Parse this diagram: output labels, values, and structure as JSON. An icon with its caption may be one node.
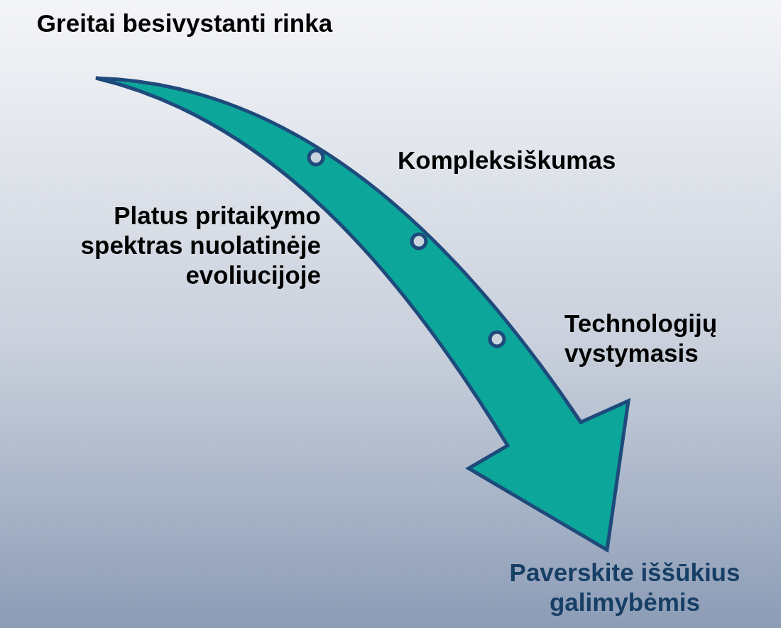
{
  "diagram": {
    "nodes": [
      {
        "text": [
          "Greitai besivystanti rinka"
        ]
      },
      {
        "text": [
          "Paverskite iššūkius galimybėmis"
        ]
      }
    ],
    "edges": [
      {
        "from": 0,
        "to": 1,
        "arrow": "to"
      }
    ],
    "labels": [
      "Kompleksiškumas",
      "Platus pritaikymo spektras nuolatinėje evoliucijoje",
      "Technologijų vystymasis"
    ]
  }
}
